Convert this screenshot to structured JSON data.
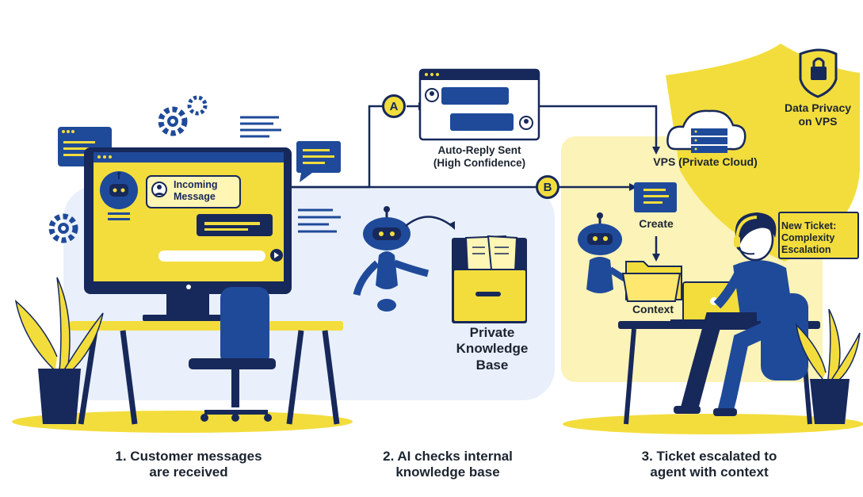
{
  "colors": {
    "navy": "#17285a",
    "blue": "#1f4a9a",
    "yellow": "#f3dd3c",
    "pale_blue": "#e9f0fb",
    "pale_yellow": "#fbf3b8"
  },
  "monitor": {
    "bubble_text": "Incoming\nMessage"
  },
  "branches": {
    "a": "A",
    "b": "B"
  },
  "auto_reply": {
    "label": "Auto-Reply Sent\n(High Confidence)"
  },
  "vps": {
    "label": "VPS (Private Cloud)"
  },
  "privacy": {
    "label": "Data Privacy\non VPS"
  },
  "knowledge": {
    "label": "Private\nKnowledge\nBase"
  },
  "ticket_flow": {
    "create_label": "Create",
    "context_label": "Context"
  },
  "new_ticket": {
    "label": "New Ticket:\nComplexity\nEscalation"
  },
  "steps": [
    {
      "label": "1. Customer messages\nare received"
    },
    {
      "label": "2. AI checks internal\nknowledge base"
    },
    {
      "label": "3. Ticket escalated to\nagent with context"
    }
  ],
  "icons": [
    "gear-icon",
    "lock-icon",
    "cloud-server-icon",
    "robot-icon",
    "folder-icon",
    "laptop-icon",
    "headset-icon",
    "plant-icon"
  ]
}
